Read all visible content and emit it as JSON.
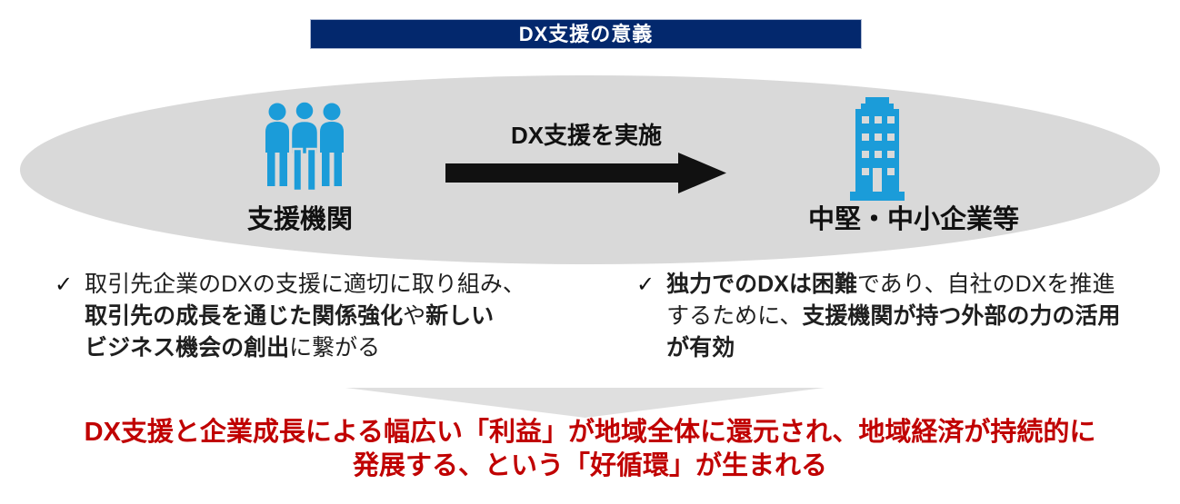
{
  "banner": {
    "title": "DX支援の意義"
  },
  "diagram": {
    "left_actor": {
      "label": "支援機関",
      "icon": "people-icon"
    },
    "flow_arrow": {
      "label": "DX支援を実施",
      "icon": "right-arrow-icon"
    },
    "right_actor": {
      "label": "中堅・中小企業等",
      "icon": "building-icon"
    }
  },
  "bullets": {
    "check_glyph": "✓",
    "left": {
      "lines": [
        {
          "segments": [
            {
              "t": "取引先企業のDXの支援に適切に取り組み、",
              "b": false
            }
          ]
        },
        {
          "segments": [
            {
              "t": "取引先の成長を通じた関係強化",
              "b": true
            },
            {
              "t": "や",
              "b": false
            },
            {
              "t": "新しい",
              "b": true
            }
          ]
        },
        {
          "segments": [
            {
              "t": "ビジネス機会の創出",
              "b": true
            },
            {
              "t": "に繋がる",
              "b": false
            }
          ]
        }
      ]
    },
    "right": {
      "lines": [
        {
          "segments": [
            {
              "t": "独力でのDXは困難",
              "b": true
            },
            {
              "t": "であり、自社のDXを推進",
              "b": false
            }
          ]
        },
        {
          "segments": [
            {
              "t": "するために、",
              "b": false
            },
            {
              "t": "支援機関が持つ外部の力の活用",
              "b": true
            }
          ]
        },
        {
          "segments": [
            {
              "t": "が有効",
              "b": true
            }
          ]
        }
      ]
    }
  },
  "conclusion": {
    "line1": "DX支援と企業成長による幅広い「利益」が地域全体に還元され、地域経済が持続的に",
    "line2": "発展する、という「好循環」が生まれる"
  },
  "colors": {
    "banner_bg": "#03286d",
    "banner_border": "#aebad4",
    "icon_blue": "#1b9cd9",
    "ellipse_gray": "#d9d9d9",
    "funnel_gray": "#dfdfdf",
    "arrow_black": "#111111",
    "conclusion_red": "#c00000"
  }
}
